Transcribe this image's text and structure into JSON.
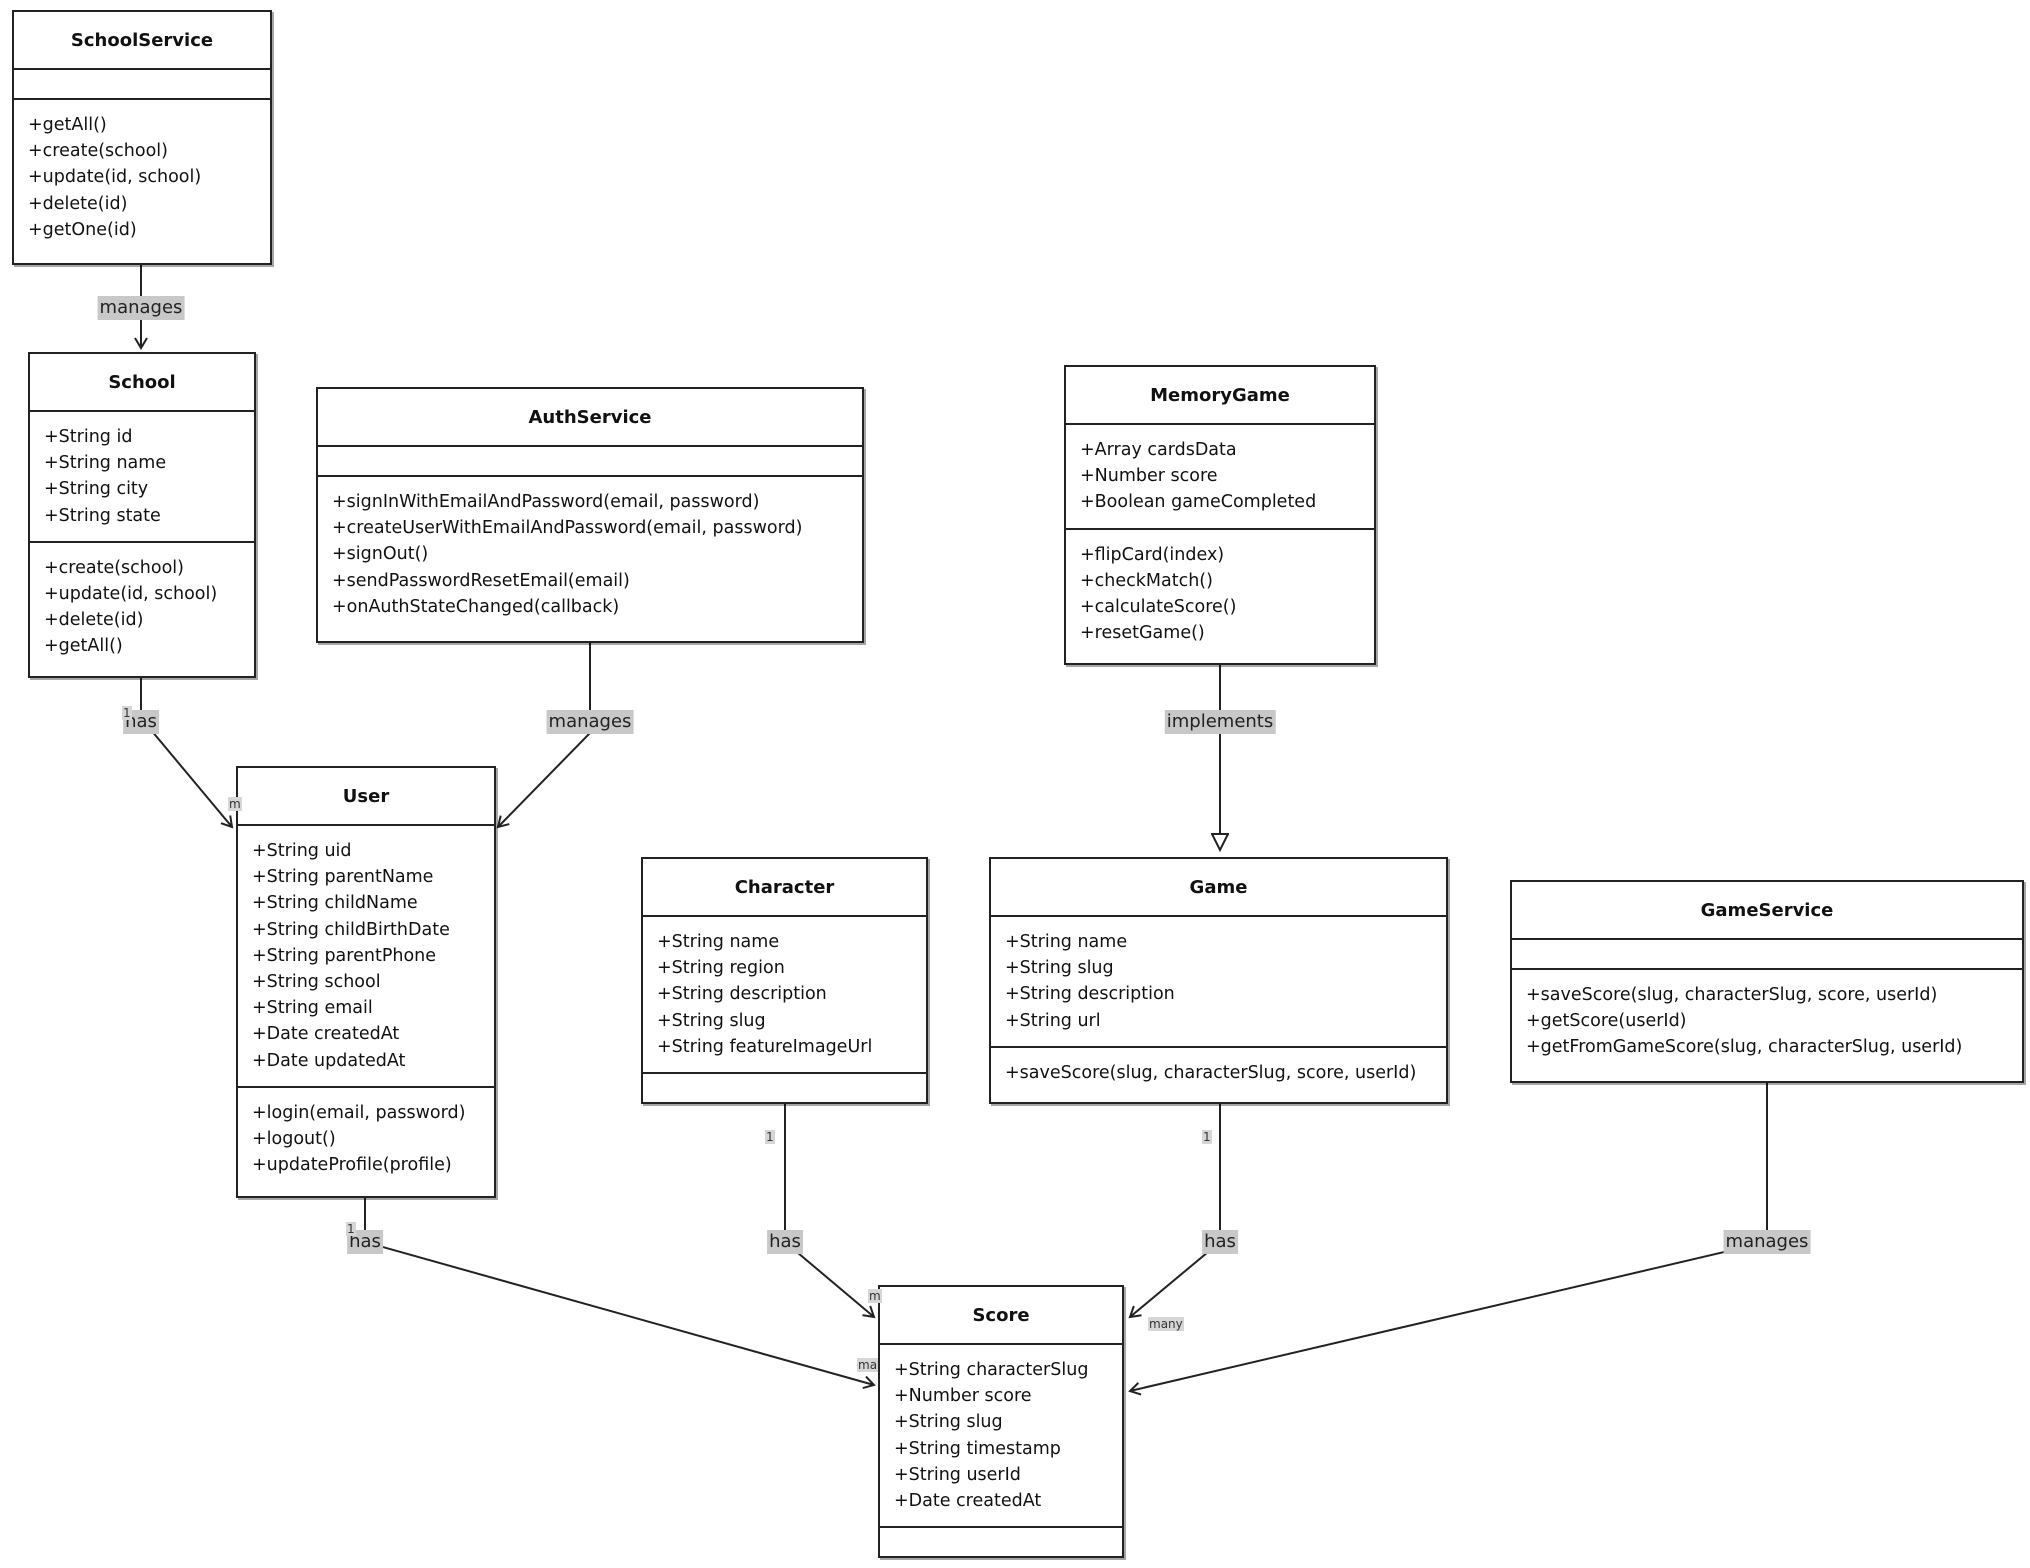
{
  "classes": [
    {
      "id": "SchoolService",
      "name": "SchoolService",
      "attributes": [],
      "methods": [
        "+getAll()",
        "+create(school)",
        "+update(id, school)",
        "+delete(id)",
        "+getOne(id)"
      ]
    },
    {
      "id": "School",
      "name": "School",
      "attributes": [
        "+String id",
        "+String name",
        "+String city",
        "+String state"
      ],
      "methods": [
        "+create(school)",
        "+update(id, school)",
        "+delete(id)",
        "+getAll()"
      ]
    },
    {
      "id": "AuthService",
      "name": "AuthService",
      "attributes": [],
      "methods": [
        "+signInWithEmailAndPassword(email, password)",
        "+createUserWithEmailAndPassword(email, password)",
        "+signOut()",
        "+sendPasswordResetEmail(email)",
        "+onAuthStateChanged(callback)"
      ]
    },
    {
      "id": "MemoryGame",
      "name": "MemoryGame",
      "attributes": [
        "+Array cardsData",
        "+Number score",
        "+Boolean gameCompleted"
      ],
      "methods": [
        "+flipCard(index)",
        "+checkMatch()",
        "+calculateScore()",
        "+resetGame()"
      ]
    },
    {
      "id": "User",
      "name": "User",
      "attributes": [
        "+String uid",
        "+String parentName",
        "+String childName",
        "+String childBirthDate",
        "+String parentPhone",
        "+String school",
        "+String email",
        "+Date createdAt",
        "+Date updatedAt"
      ],
      "methods": [
        "+login(email, password)",
        "+logout()",
        "+updateProfile(profile)"
      ]
    },
    {
      "id": "Character",
      "name": "Character",
      "attributes": [
        "+String name",
        "+String region",
        "+String description",
        "+String slug",
        "+String featureImageUrl"
      ],
      "methods": []
    },
    {
      "id": "Game",
      "name": "Game",
      "attributes": [
        "+String name",
        "+String slug",
        "+String description",
        "+String url"
      ],
      "methods": [
        "+saveScore(slug, characterSlug, score, userId)"
      ]
    },
    {
      "id": "GameService",
      "name": "GameService",
      "attributes": [],
      "methods": [
        "+saveScore(slug, characterSlug, score, userId)",
        "+getScore(userId)",
        "+getFromGameScore(slug, characterSlug, userId)"
      ]
    },
    {
      "id": "Score",
      "name": "Score",
      "attributes": [
        "+String characterSlug",
        "+Number score",
        "+String slug",
        "+String timestamp",
        "+String userId",
        "+Date createdAt"
      ],
      "methods": []
    }
  ],
  "relationships": [
    {
      "from": "SchoolService",
      "to": "School",
      "label": "manages",
      "type": "association"
    },
    {
      "from": "School",
      "to": "User",
      "label": "has",
      "type": "association",
      "from_mult": "1",
      "to_mult": "m"
    },
    {
      "from": "AuthService",
      "to": "User",
      "label": "manages",
      "type": "association"
    },
    {
      "from": "MemoryGame",
      "to": "Game",
      "label": "implements",
      "type": "realization"
    },
    {
      "from": "User",
      "to": "Score",
      "label": "has",
      "type": "association",
      "from_mult": "1",
      "to_mult": "ma"
    },
    {
      "from": "Character",
      "to": "Score",
      "label": "has",
      "type": "association",
      "from_mult": "1",
      "to_mult": "m"
    },
    {
      "from": "Game",
      "to": "Score",
      "label": "has",
      "type": "association",
      "from_mult": "1",
      "to_mult": "many"
    },
    {
      "from": "GameService",
      "to": "Score",
      "label": "manages",
      "type": "association"
    }
  ]
}
